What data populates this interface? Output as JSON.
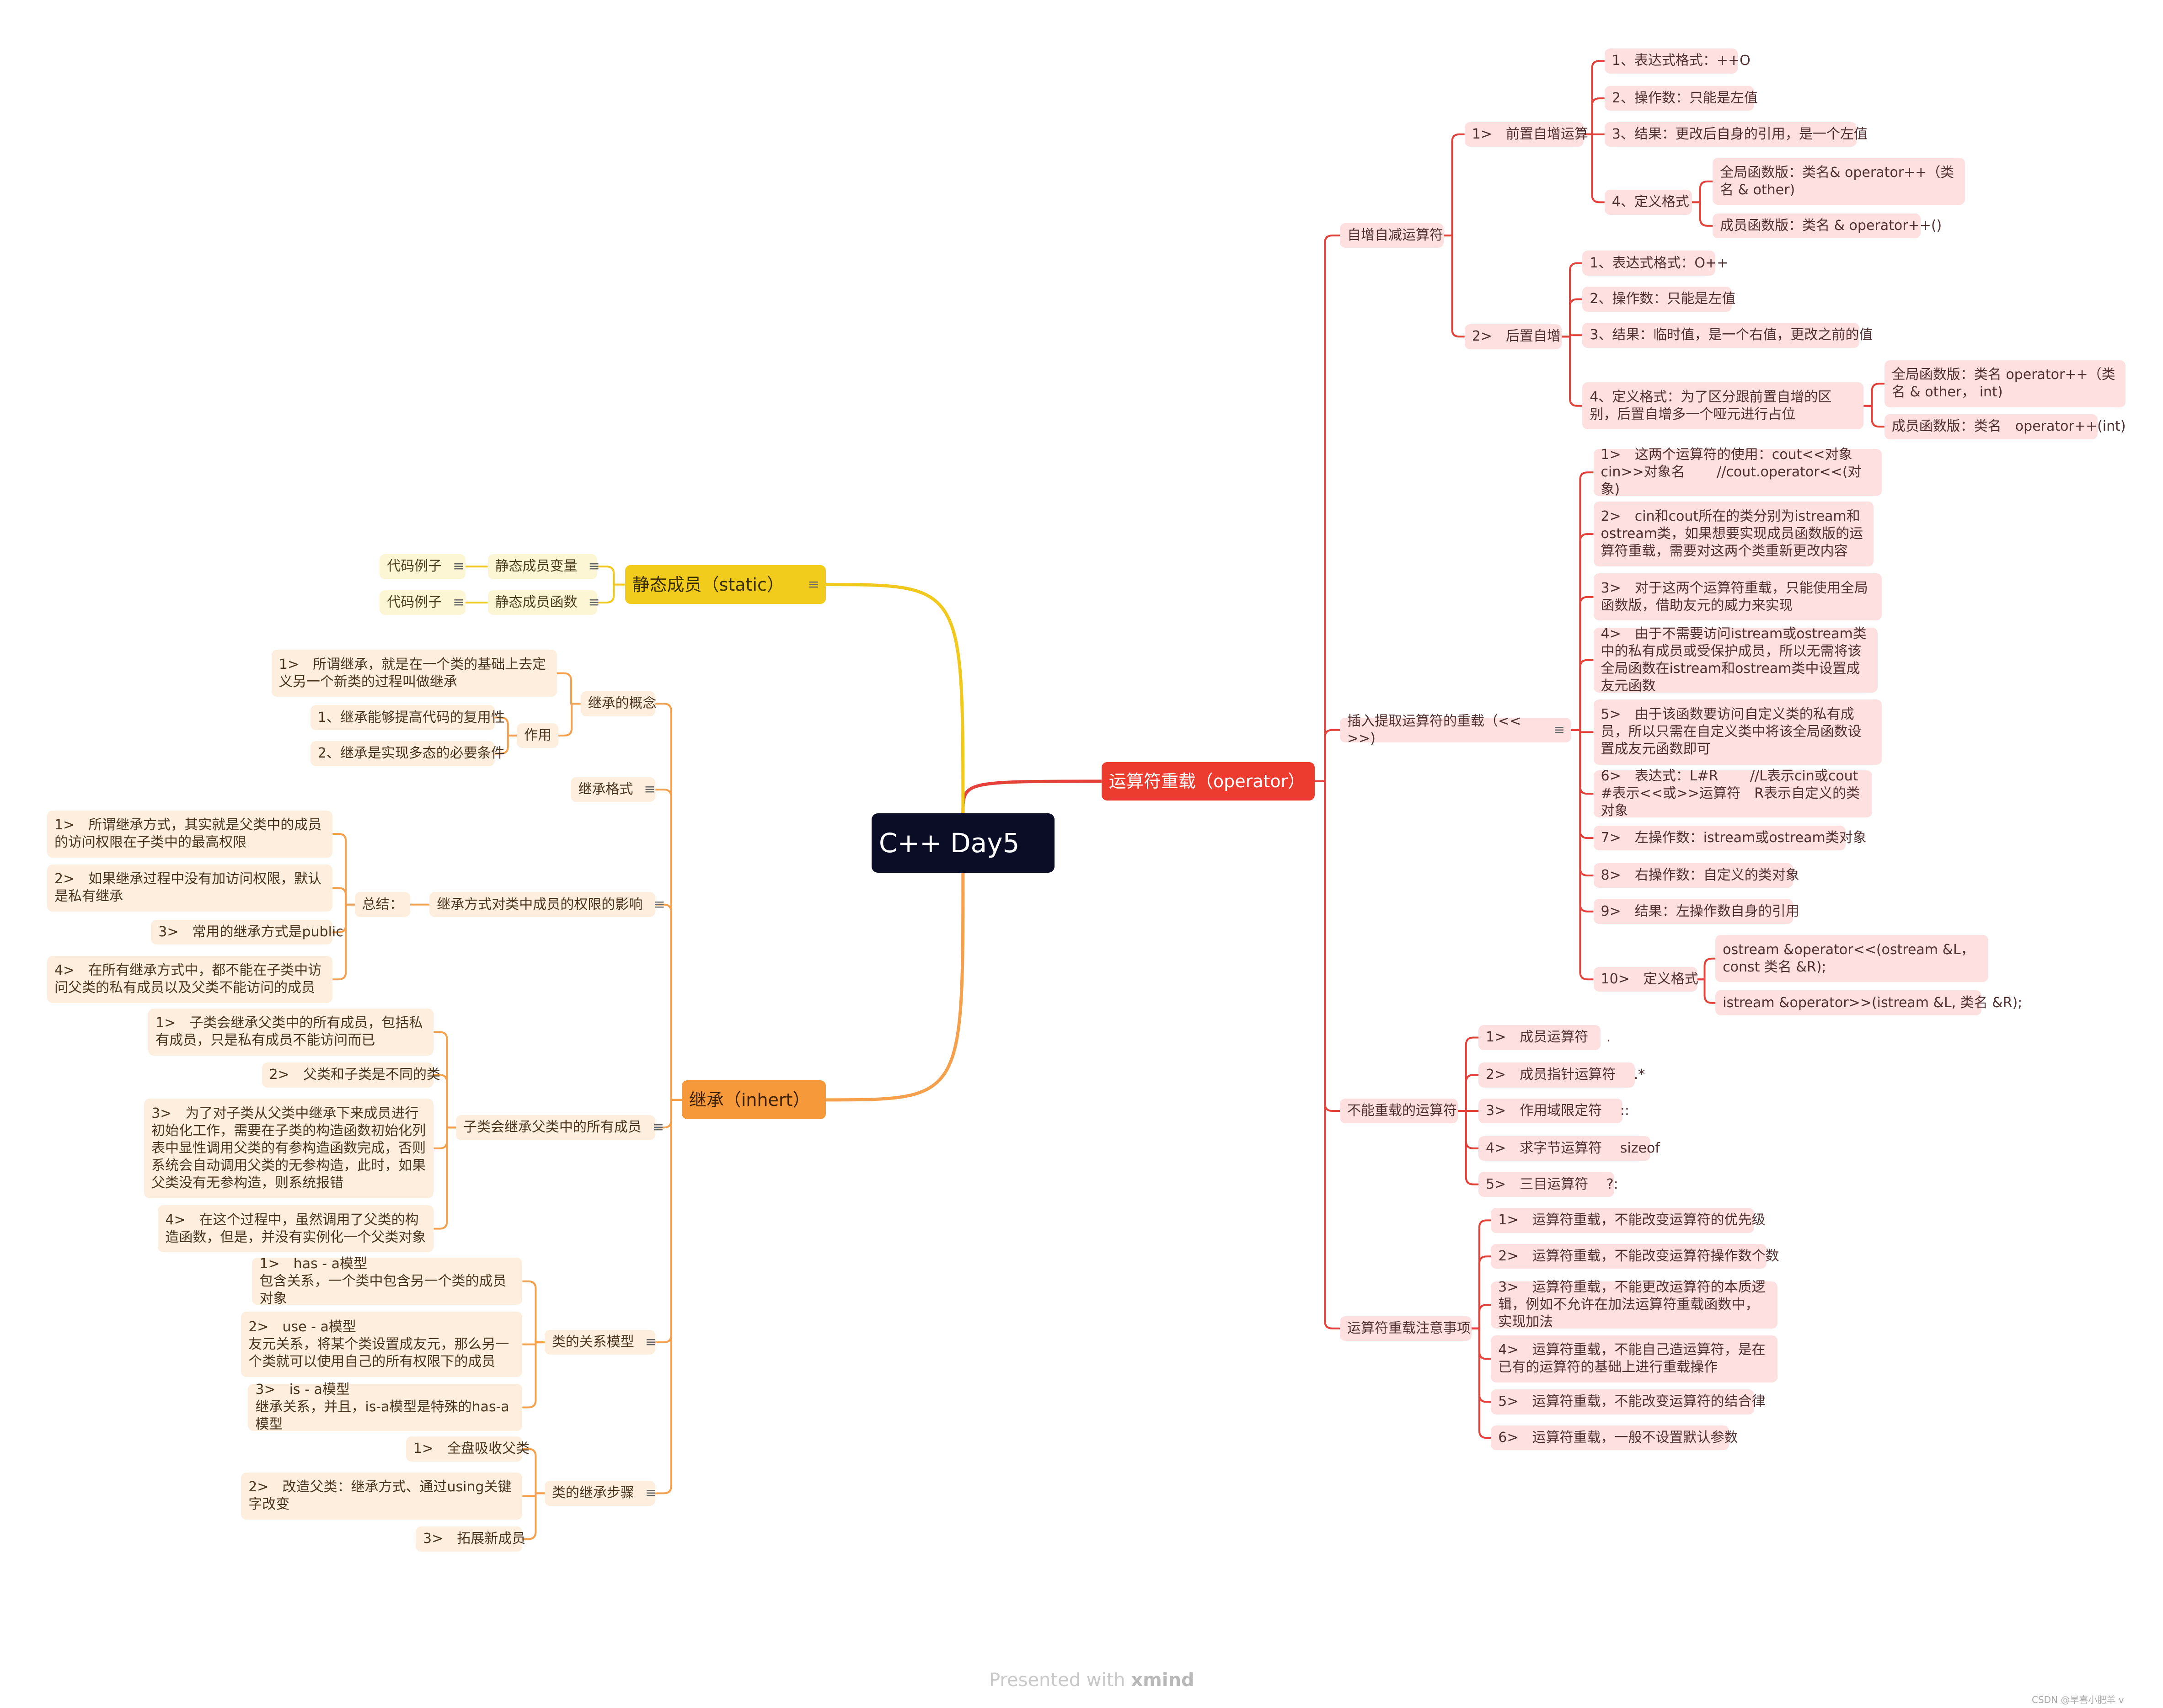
{
  "colors": {
    "red": "#ec3b2f",
    "yellow": "#f2cc1c",
    "orange": "#f5993b",
    "root": "#0b0d26"
  },
  "note_icon": "notes-icon",
  "root": "C++ Day5",
  "watermark": {
    "prefix": "Presented with ",
    "brand": "xmind"
  },
  "footer": "CSDN @旱喜小肥羊 v",
  "operator": {
    "title": "运算符重载（operator）",
    "incdec": {
      "title": "自增自减运算符",
      "pre": {
        "title": "1>　前置自增运算",
        "items": [
          "1、表达式格式：++O",
          "2、操作数：只能是左值",
          "3、结果：更改后自身的引用，是一个左值"
        ],
        "def": {
          "title": "4、定义格式",
          "items": [
            "全局函数版：类名& operator++（类名 & other)",
            "成员函数版：类名 & operator++()"
          ]
        }
      },
      "post": {
        "title": "2>　后置自增",
        "items": [
          "1、表达式格式：O++",
          "2、操作数：只能是左值",
          "3、结果：临时值，是一个右值，更改之前的值"
        ],
        "def": {
          "title": "4、定义格式：为了区分跟前置自增的区别，后置自增多一个哑元进行占位",
          "items": [
            "全局函数版：类名 operator++（类名 & other， int)",
            "成员函数版：类名　operator++(int)"
          ]
        }
      }
    },
    "stream": {
      "title": "插入提取运算符的重载（<<　>>)",
      "items": [
        "1>　这两个运算符的使用：cout<<对象　 cin>>对象名　　 //cout.operator<<(对象)",
        "2>　cin和cout所在的类分别为istream和ostream类，如果想要实现成员函数版的运算符重载，需要对这两个类重新更改内容",
        "3>　对于这两个运算符重载，只能使用全局函数版，借助友元的威力来实现",
        "4>　由于不需要访问istream或ostream类中的私有成员或受保护成员，所以无需将该全局函数在istream和ostream类中设置成友元函数",
        "5>　由于该函数要访问自定义类的私有成员，所以只需在自定义类中将该全局函数设置成友元函数即可",
        "6>　表达式：L#R　　 //L表示cin或cout　 #表示<<或>>运算符　R表示自定义的类对象",
        "7>　左操作数：istream或ostream类对象",
        "8>　右操作数：自定义的类对象",
        "9>　结果：左操作数自身的引用"
      ],
      "def": {
        "title": "10>　定义格式",
        "items": [
          "ostream &operator<<(ostream &L，const 类名 &R);",
          "istream &operator>>(istream &L, 类名 &R);"
        ]
      }
    },
    "cannot": {
      "title": "不能重载的运算符",
      "items": [
        "1>　成员运算符　 .",
        "2>　成员指针运算符　 .*",
        "3>　作用域限定符　 ::",
        "4>　求字节运算符　 sizeof",
        "5>　三目运算符　 ?:"
      ]
    },
    "notes": {
      "title": "运算符重载注意事项",
      "items": [
        "1>　运算符重载，不能改变运算符的优先级",
        "2>　运算符重载，不能改变运算符操作数个数",
        "3>　运算符重载，不能更改运算符的本质逻辑，例如不允许在加法运算符重载函数中，实现加法",
        "4>　运算符重载，不能自己造运算符，是在已有的运算符的基础上进行重载操作",
        "5>　运算符重载，不能改变运算符的结合律",
        "6>　运算符重载，一般不设置默认参数"
      ]
    }
  },
  "static": {
    "title": "静态成员（static）",
    "items": [
      {
        "label": "静态成员变量",
        "child": "代码例子"
      },
      {
        "label": "静态成员函数",
        "child": "代码例子"
      }
    ]
  },
  "inherit": {
    "title": "继承（inhert）",
    "concept": {
      "title": "继承的概念",
      "def": "1>　所谓继承，就是在一个类的基础上去定义另一个新类的过程叫做继承",
      "role": {
        "title": "作用",
        "items": [
          "1、继承能够提高代码的复用性",
          "2、继承是实现多态的必要条件"
        ]
      }
    },
    "format": "继承格式",
    "access": {
      "title": "继承方式对类中成员的权限的影响",
      "summary": {
        "title": "总结：",
        "items": [
          "1>　所谓继承方式，其实就是父类中的成员的访问权限在子类中的最高权限",
          "2>　如果继承过程中没有加访问权限，默认是私有继承",
          "3>　常用的继承方式是public",
          "4>　在所有继承方式中，都不能在子类中访问父类的私有成员以及父类不能访问的成员"
        ]
      }
    },
    "all": {
      "title": "子类会继承父类中的所有成员",
      "items": [
        "1>　子类会继承父类中的所有成员，包括私有成员，只是私有成员不能访问而已",
        "2>　父类和子类是不同的类",
        "3>　为了对子类从父类中继承下来成员进行初始化工作，需要在子类的构造函数初始化列表中显性调用父类的有参构造函数完成，否则系统会自动调用父类的无参构造，此时，如果父类没有无参构造，则系统报错",
        "4>　在这个过程中，虽然调用了父类的构造函数，但是，并没有实例化一个父类对象"
      ]
    },
    "models": {
      "title": "类的关系模型",
      "items": [
        "1>　has - a模型\n包含关系，一个类中包含另一个类的成员对象",
        "2>　use - a模型\n友元关系，将某个类设置成友元，那么另一个类就可以使用自己的所有权限下的成员",
        "3>　is - a模型\n继承关系，并且，is-a模型是特殊的has-a模型"
      ]
    },
    "steps": {
      "title": "类的继承步骤",
      "items": [
        "1>　全盘吸收父类",
        "2>　改造父类：继承方式、通过using关键字改变",
        "3>　拓展新成员"
      ]
    }
  }
}
